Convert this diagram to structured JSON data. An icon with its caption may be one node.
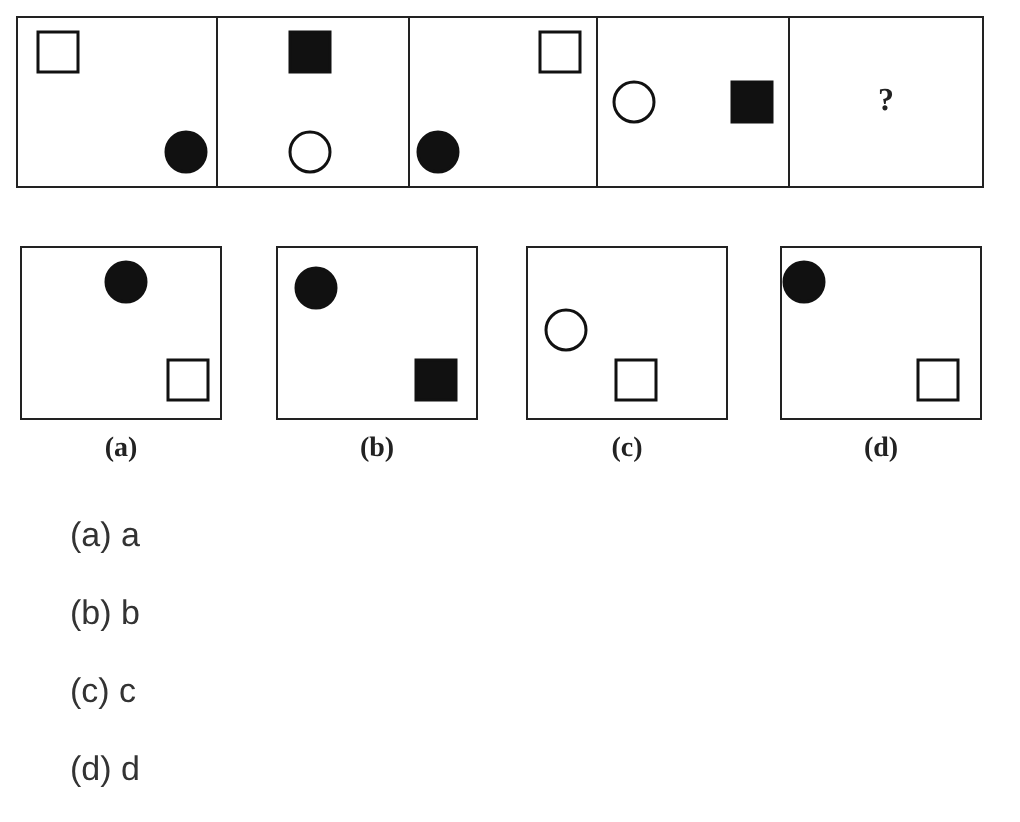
{
  "diagram": {
    "nodes": [
      {
        "text": [],
        "shape": "box"
      },
      {
        "text": [],
        "shape": "box"
      },
      {
        "text": [],
        "shape": "box"
      },
      {
        "text": [],
        "shape": "box"
      },
      {
        "text": [
          "?"
        ]
      },
      {
        "text": [],
        "shape": "box",
        "beside": [
          "(a)"
        ]
      },
      {
        "text": [],
        "shape": "box",
        "beside": [
          "(b)"
        ]
      },
      {
        "text": [],
        "shape": "box",
        "beside": [
          "(c)"
        ]
      },
      {
        "text": [],
        "shape": "box",
        "beside": [
          "(d)"
        ]
      }
    ],
    "labels": [
      "(a) a",
      "(b) b",
      "(c) c",
      "(d) d"
    ]
  }
}
